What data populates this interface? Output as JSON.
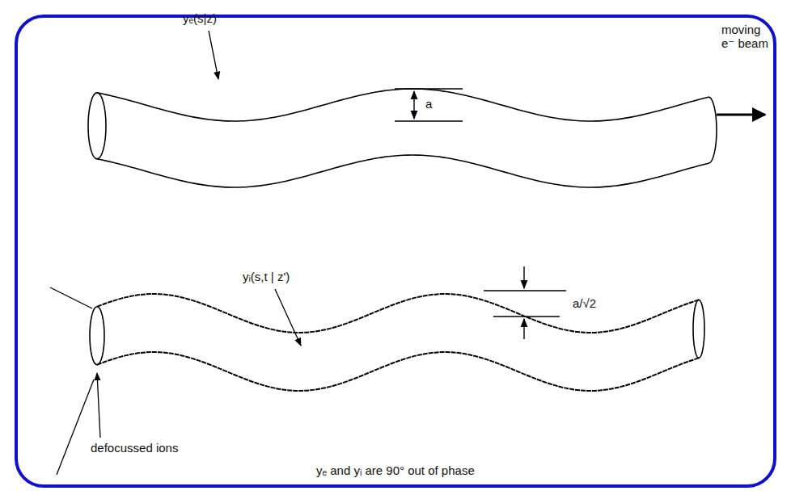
{
  "diagram": {
    "caption": "yₑ and yᵢ are 90° out of phase",
    "labels": [
      "yₑ(s|z)",
      "a",
      "moving e⁻ beam",
      "yᵢ(s,t | z')",
      "a/√2",
      "defocussed ions"
    ]
  }
}
